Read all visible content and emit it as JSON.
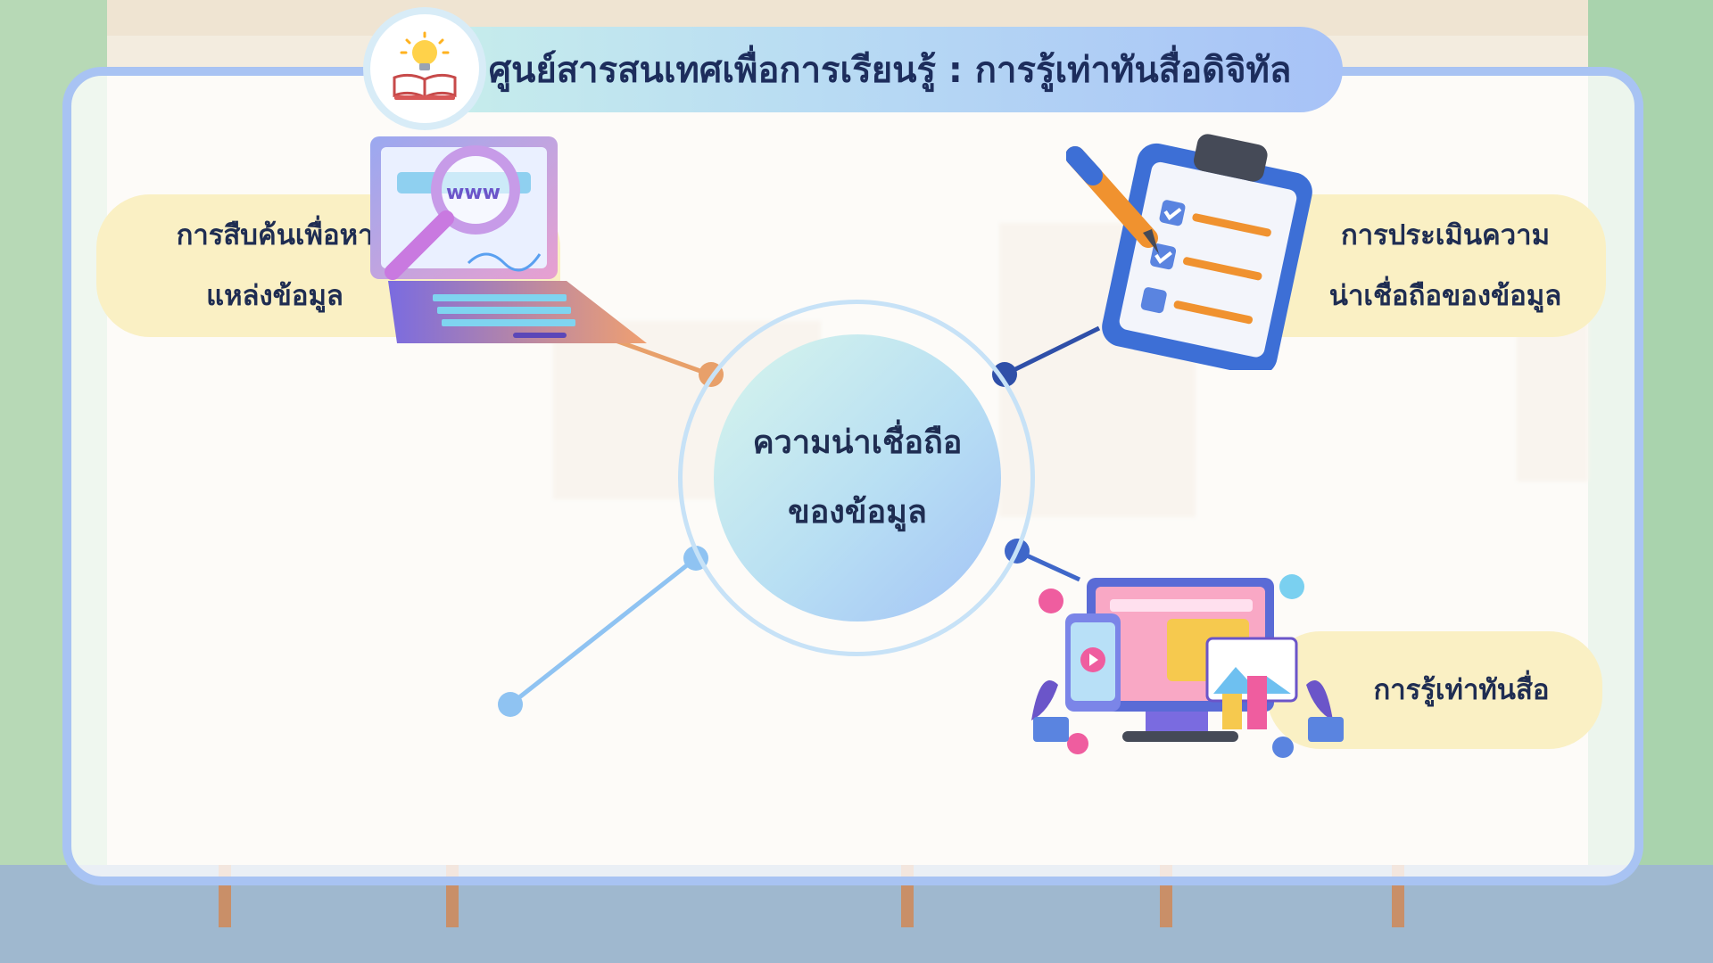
{
  "header": {
    "title": "ศูนย์สารสนเทศเพื่อการเรียนรู้ : การรู้เท่าทันสื่อดิจิทัล",
    "badge_icon": "lightbulb-book-icon"
  },
  "center": {
    "line1": "ความน่าเชื่อถือ",
    "line2": "ของข้อมูล"
  },
  "nodes": [
    {
      "id": "research",
      "line1": "การสืบค้นเพื่อหา",
      "line2": "แหล่งข้อมูล",
      "icon": "laptop-magnifier-icon",
      "dot_color": "#e8a06a"
    },
    {
      "id": "evaluate",
      "line1": "การประเมินความ",
      "line2": "น่าเชื่อถือของข้อมูล",
      "icon": "clipboard-checklist-icon",
      "dot_color": "#2f4fa8"
    },
    {
      "id": "literacy",
      "line1": "การรู้เท่าทันสื่อ",
      "icon": "social-media-monitor-icon",
      "dot_color": "#3f67c9"
    },
    {
      "id": "empty",
      "dot_color": "#8fc3f2"
    }
  ],
  "colors": {
    "panel_border": "#a8c3f3",
    "pill_bg": "#faf0c4",
    "text": "#1f2d52"
  }
}
